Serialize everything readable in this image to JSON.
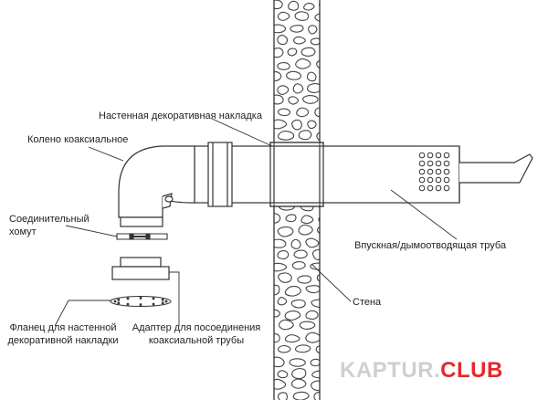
{
  "labels": {
    "wall_plate": "Настенная декоративная накладка",
    "coaxial_elbow": "Колено коаксиальное",
    "clamp": [
      "Соединительный",
      "хомут"
    ],
    "intake_pipe": "Впускная/дымоотводящая труба",
    "wall": "Стена",
    "flange": [
      "Фланец для настенной",
      "декоративной накладки"
    ],
    "adapter": [
      "Адаптер для посоединения",
      "коаксиальной трубы"
    ]
  },
  "watermark": {
    "part1": "KAPTUR.",
    "part2": "CLUB"
  },
  "colors": {
    "line": "#333333",
    "brand_red": "#e5282c",
    "brand_gray": "#cfcfcf"
  }
}
